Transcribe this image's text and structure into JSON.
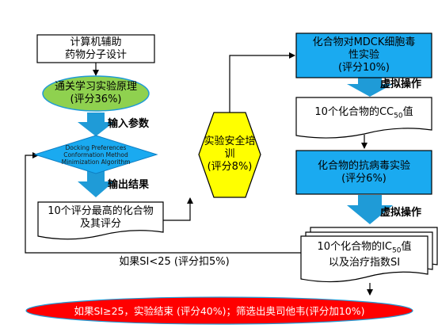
{
  "nodes": {
    "computer_design": {
      "line1": "计算机辅助",
      "line2": "药物分子设计"
    },
    "principle": {
      "line1": "通关学习实验原理",
      "line2": "(评分36%)"
    },
    "docking": {
      "line1": "Docking Preferences",
      "line2": "Conformation Method",
      "line3": "Minimization Algorithm"
    },
    "top10": {
      "line1": "10个评分最高的化合物",
      "line2": "及其评分"
    },
    "safety": {
      "line1": "实验安全培训",
      "line2": "(评分8%)"
    },
    "mdck": {
      "line1": "化合物对MDCK细胞毒",
      "line2": "性实验",
      "line3": "(评分10%)"
    },
    "cc50": {
      "pre": "10个化合物的CC",
      "sub": "50",
      "post": "值"
    },
    "antiviral": {
      "line1": "化合物的抗病毒实验",
      "line2": "(评分6%)"
    },
    "ic50": {
      "pre": "10个化合物的IC",
      "sub": "50",
      "post": "值",
      "line2": "以及治疗指数SI"
    },
    "final": {
      "text": "如果SI≥25，实验结束 (评分40%)；筛选出奥司他韦(评分加10%)"
    }
  },
  "edges": {
    "input_params": "输入参数",
    "output_results": "输出结果",
    "virtual_op_1": "虚拟操作",
    "virtual_op_2": "虚拟操作",
    "loop_back": "如果SI<25 (评分扣5%)"
  },
  "colors": {
    "green": "#8fd14f",
    "blue": "#1aaaf0",
    "yellow": "#ffff00",
    "red": "#ff0000",
    "arrow": "#1f9bd7"
  }
}
